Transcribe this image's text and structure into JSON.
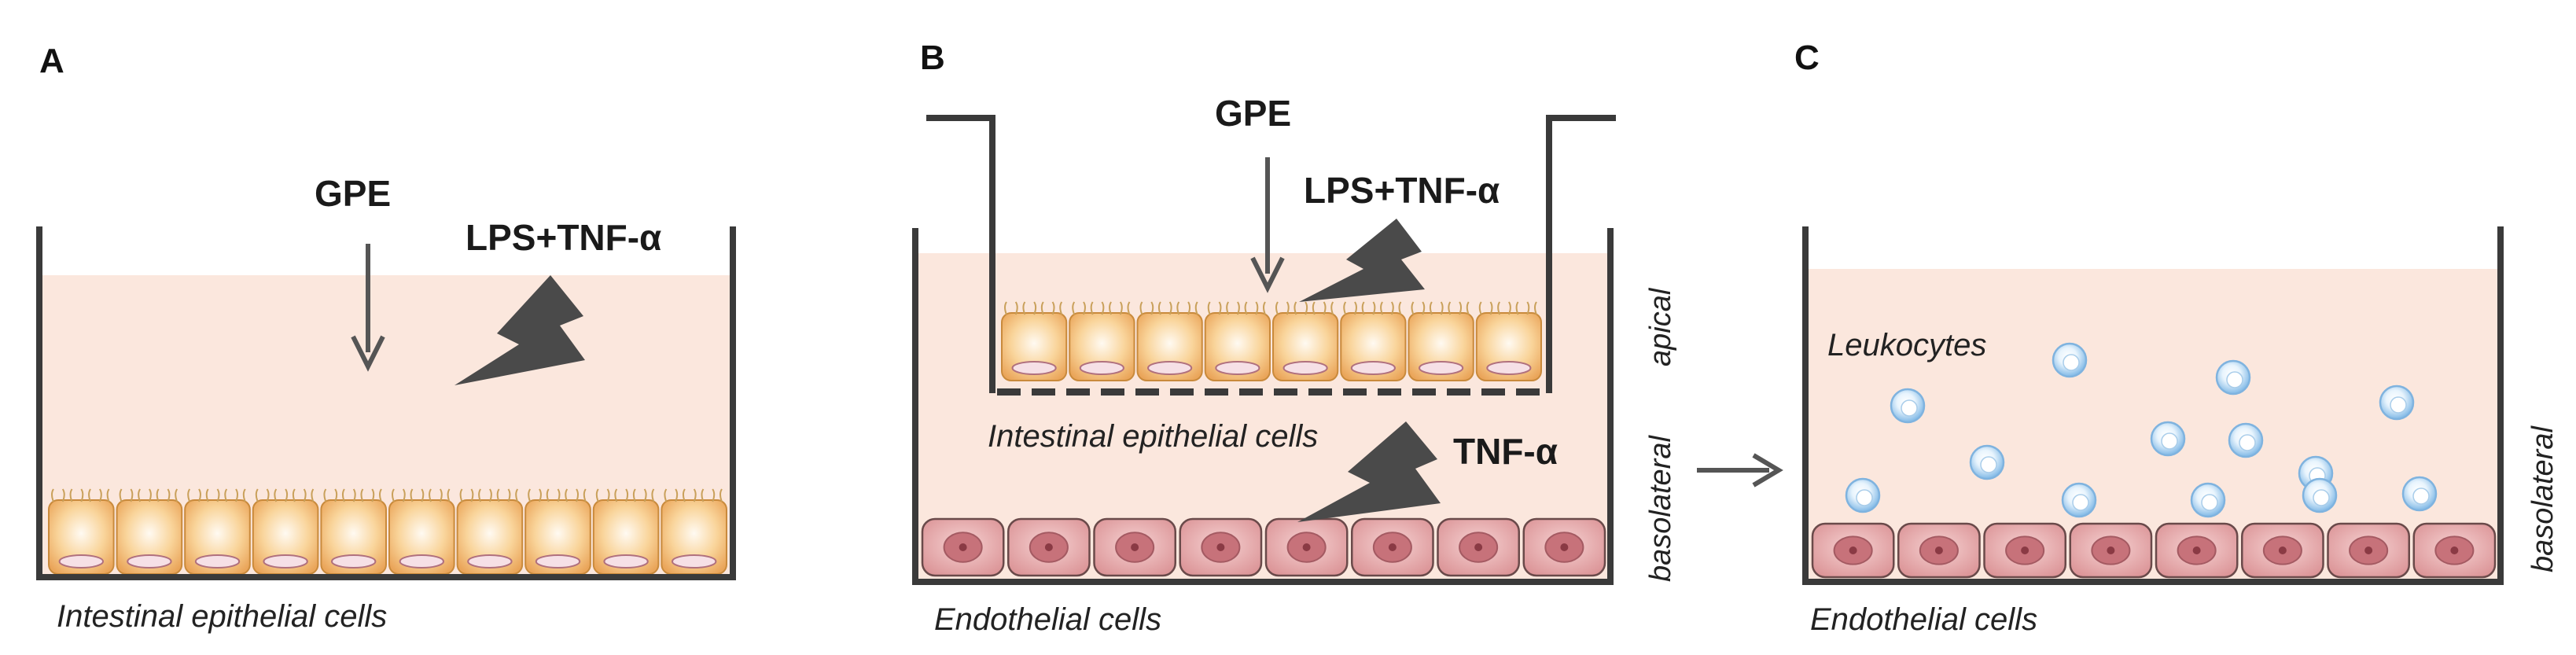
{
  "panels": {
    "a": {
      "letter": "A",
      "treatment": "GPE",
      "stimulus": "LPS+TNF-α",
      "cell_label": "Intestinal epithelial cells",
      "epithelial_cell_count": 10
    },
    "b": {
      "letter": "B",
      "treatment": "GPE",
      "stimulus": "LPS+TNF-α",
      "insert_cell_label": "Intestinal epithelial cells",
      "lower_stimulus": "TNF-α",
      "cell_label": "Endothelial cells",
      "side_apical": "apical",
      "side_basolateral": "basolateral",
      "epithelial_cell_count": 8,
      "endothelial_cell_count": 8
    },
    "c": {
      "letter": "C",
      "leukocyte_label": "Leukocytes",
      "cell_label": "Endothelial cells",
      "side_basolateral": "basolateral",
      "endothelial_cell_count": 8,
      "leukocyte_count": 13
    }
  },
  "colors": {
    "medium": "#fbe7dd",
    "well_wall": "#3a3a3a",
    "bolt": "#4a4a4a",
    "epithelial_fill": "#f6c27e",
    "endothelial_fill": "#e4aeb0",
    "leukocyte_fill": "#aed4f2"
  }
}
